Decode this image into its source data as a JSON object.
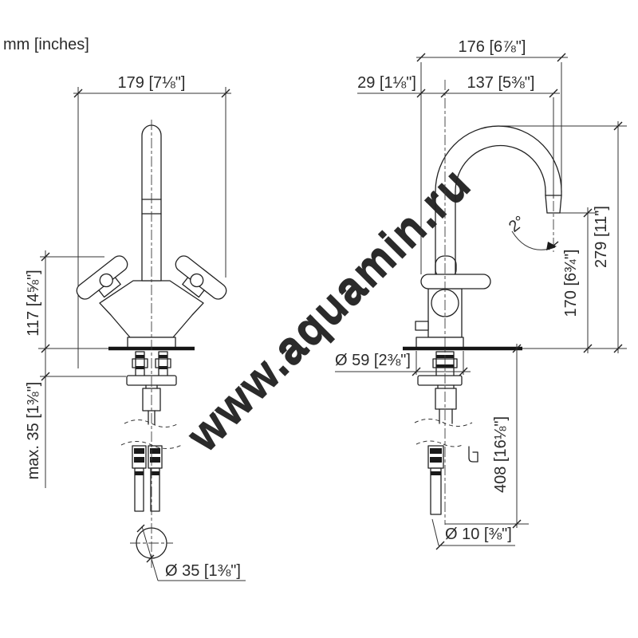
{
  "unit_note": "mm [inches]",
  "watermark": "www.aquamin.ru",
  "front_view": {
    "width_overall": "179 [7⅛\"]",
    "height_to_handles": "117 [4⅝\"]",
    "max_deck_thickness": "max. 35 [1⅜\"]",
    "hole_diameter": "Ø 35 [1⅜\"]"
  },
  "side_view": {
    "depth_overall": "176 [6⅞\"]",
    "handle_to_center": "29 [1⅛\"]",
    "spout_reach": "137 [5⅜\"]",
    "spout_outlet_height": "170 [6¾\"]",
    "total_height": "279 [11\"]",
    "outlet_angle": "2°",
    "base_diameter": "Ø 59 [2⅜\"]",
    "hose_length": "408 [16⅛\"]",
    "hose_diameter": "Ø 10 [⅜\"]"
  }
}
